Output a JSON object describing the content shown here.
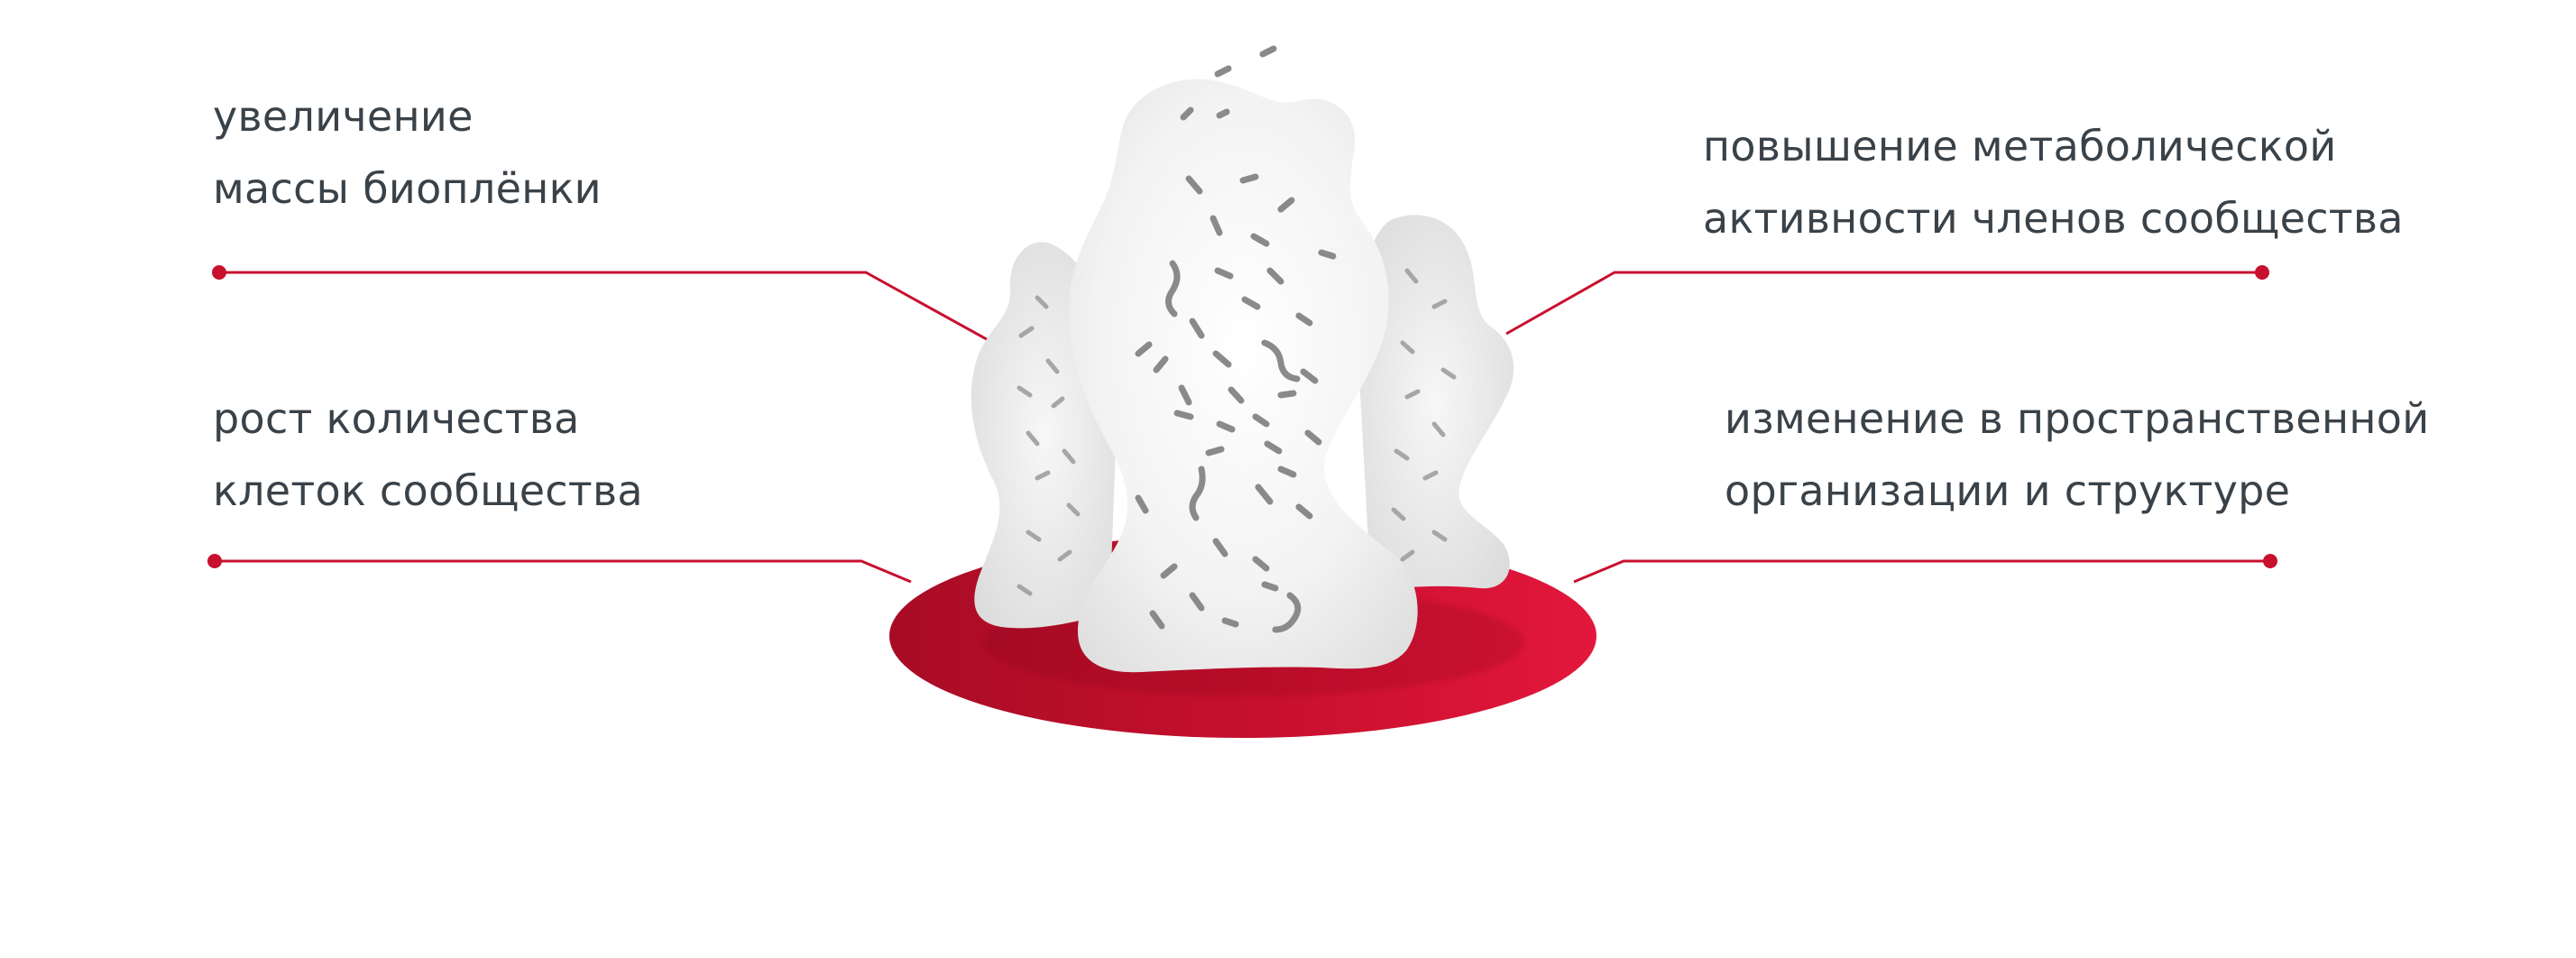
{
  "labels": {
    "top_left": {
      "line1": "увеличение",
      "line2": "массы биоплёнки"
    },
    "bottom_left": {
      "line1": "рост количества",
      "line2": "клеток сообщества"
    },
    "top_right": {
      "line1": "повышение метаболической",
      "line2": "активности членов сообщества"
    },
    "bottom_right": {
      "line1": "изменение в пространственной",
      "line2": "организации и структуре"
    }
  },
  "colors": {
    "accent": "#c8102e",
    "disc_light": "#e3173c",
    "disc_dark": "#a80c25",
    "text": "#3a4249",
    "biofilm": "#f2f2f2",
    "bacteria": "#8a8a8a"
  }
}
